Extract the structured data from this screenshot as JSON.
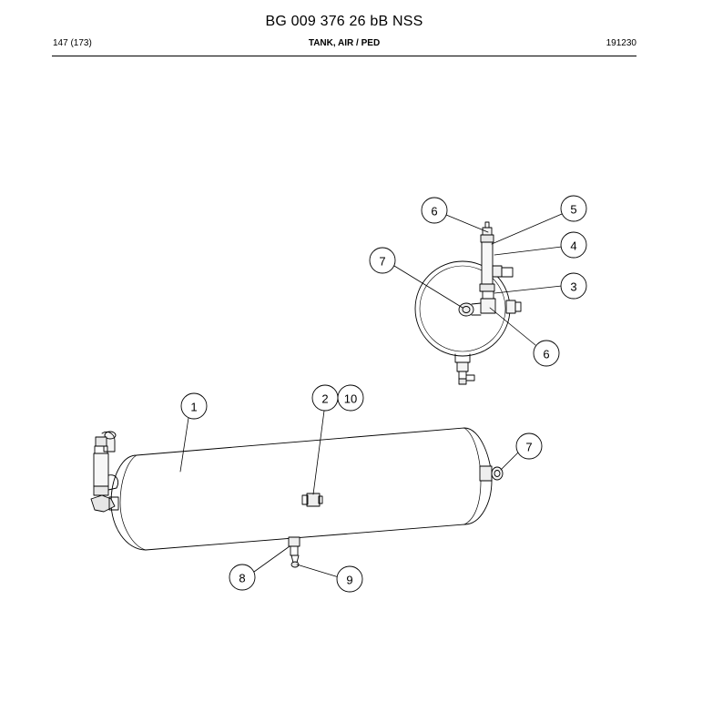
{
  "header": {
    "title": "BG 009 376 26 bB NSS",
    "page": "147 (173)",
    "subtitle": "TANK, AIR / PED",
    "date": "191230"
  },
  "callouts": {
    "c1": "1",
    "c2": "2",
    "c3": "3",
    "c4": "4",
    "c5": "5",
    "c6a": "6",
    "c6b": "6",
    "c7a": "7",
    "c7b": "7",
    "c8": "8",
    "c9": "9",
    "c10": "10"
  }
}
